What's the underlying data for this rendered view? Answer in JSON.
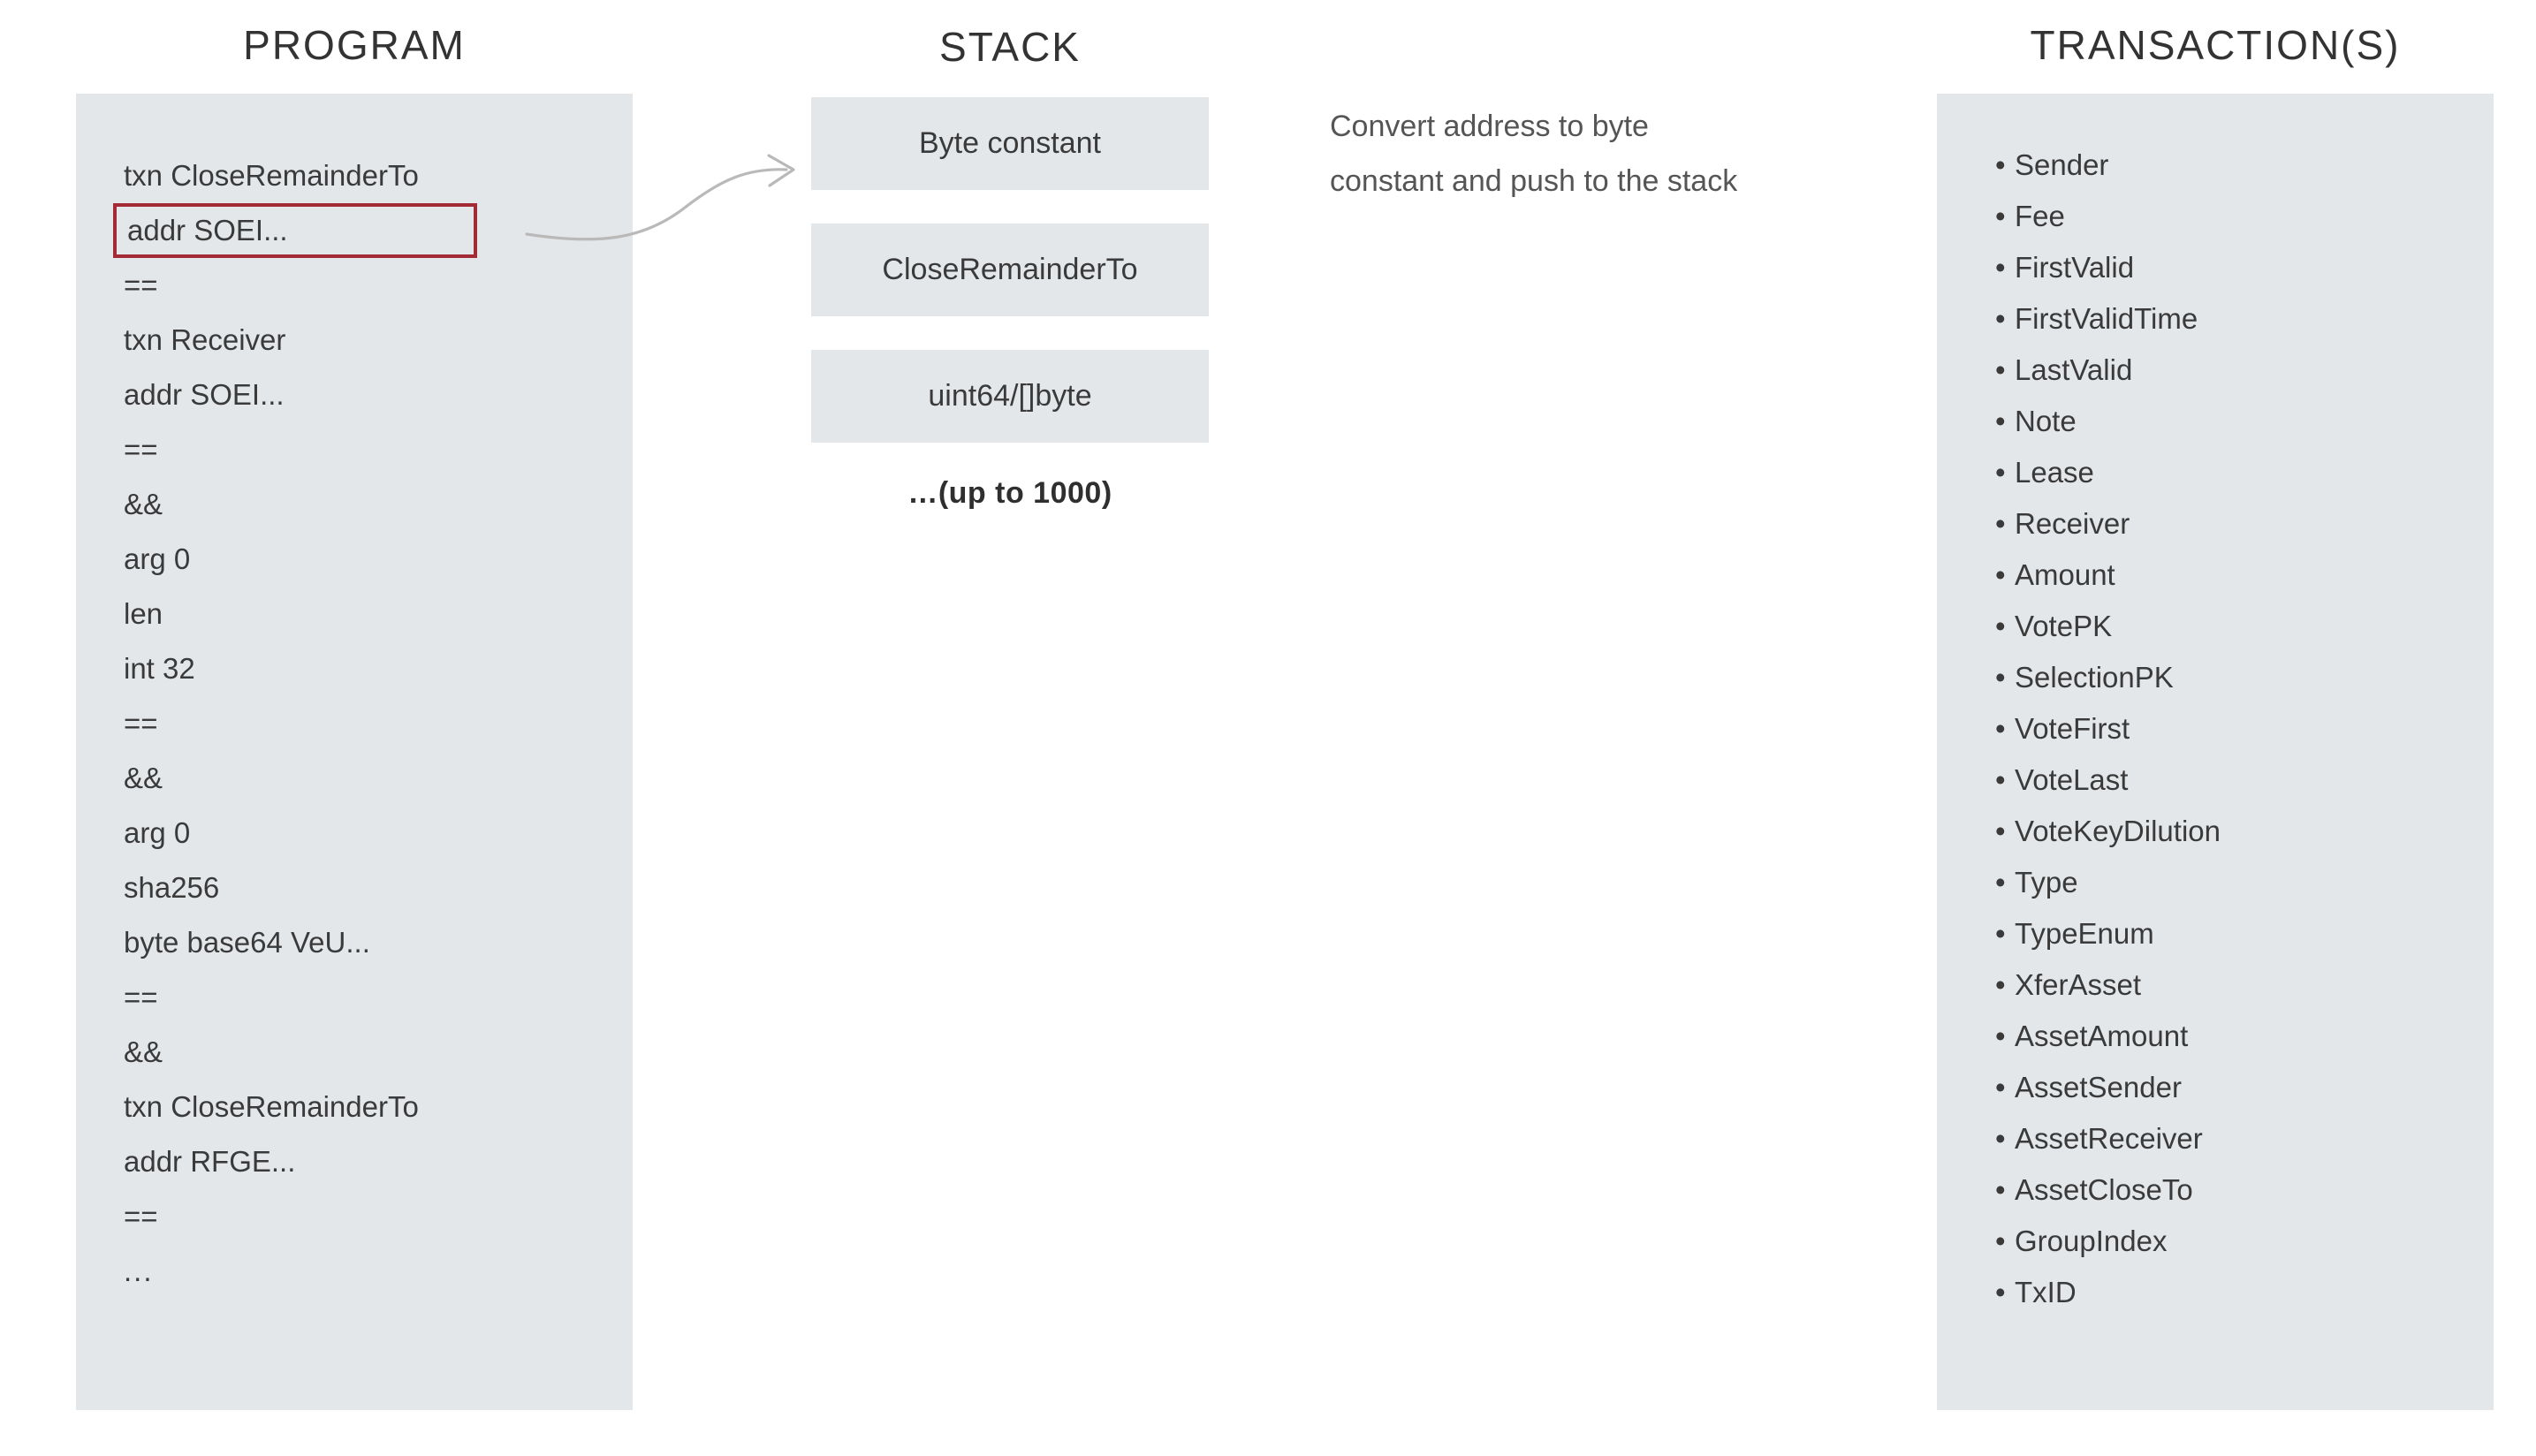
{
  "program": {
    "title": "PROGRAM",
    "highlight_color": "#a42b36",
    "panel_color": "#e4e7ea",
    "lines": [
      {
        "text": "txn CloseRemainderTo",
        "highlighted": false
      },
      {
        "text": "addr SOEI...",
        "highlighted": true
      },
      {
        "text": "==",
        "highlighted": false
      },
      {
        "text": "txn Receiver",
        "highlighted": false
      },
      {
        "text": "addr SOEI...",
        "highlighted": false
      },
      {
        "text": "==",
        "highlighted": false
      },
      {
        "text": "&&",
        "highlighted": false
      },
      {
        "text": "arg 0",
        "highlighted": false
      },
      {
        "text": "len",
        "highlighted": false
      },
      {
        "text": "int 32",
        "highlighted": false
      },
      {
        "text": "==",
        "highlighted": false
      },
      {
        "text": "&&",
        "highlighted": false
      },
      {
        "text": "arg 0",
        "highlighted": false
      },
      {
        "text": "sha256",
        "highlighted": false
      },
      {
        "text": "byte base64 VeU...",
        "highlighted": false
      },
      {
        "text": "==",
        "highlighted": false
      },
      {
        "text": "&&",
        "highlighted": false
      },
      {
        "text": "txn CloseRemainderTo",
        "highlighted": false
      },
      {
        "text": "addr RFGE...",
        "highlighted": false
      },
      {
        "text": "==",
        "highlighted": false
      },
      {
        "text": "...",
        "highlighted": false
      }
    ]
  },
  "stack": {
    "title": "STACK",
    "boxes": [
      {
        "label": "Byte constant"
      },
      {
        "label": "CloseRemainderTo"
      },
      {
        "label": "uint64/[]byte"
      }
    ],
    "more_label": "…(up to 1000)"
  },
  "annotation": {
    "line1": "Convert address to byte",
    "line2": "constant and push to the stack"
  },
  "transactions": {
    "title": "TRANSACTION(S)",
    "bullet": "•",
    "items": [
      "Sender",
      "Fee",
      "FirstValid",
      "FirstValidTime",
      "LastValid",
      "Note",
      "Lease",
      "Receiver",
      "Amount",
      "VotePK",
      "SelectionPK",
      "VoteFirst",
      "VoteLast",
      "VoteKeyDilution",
      "Type",
      "TypeEnum",
      "XferAsset",
      "AssetAmount",
      "AssetSender",
      "AssetReceiver",
      "AssetCloseTo",
      "GroupIndex",
      "TxID"
    ]
  }
}
